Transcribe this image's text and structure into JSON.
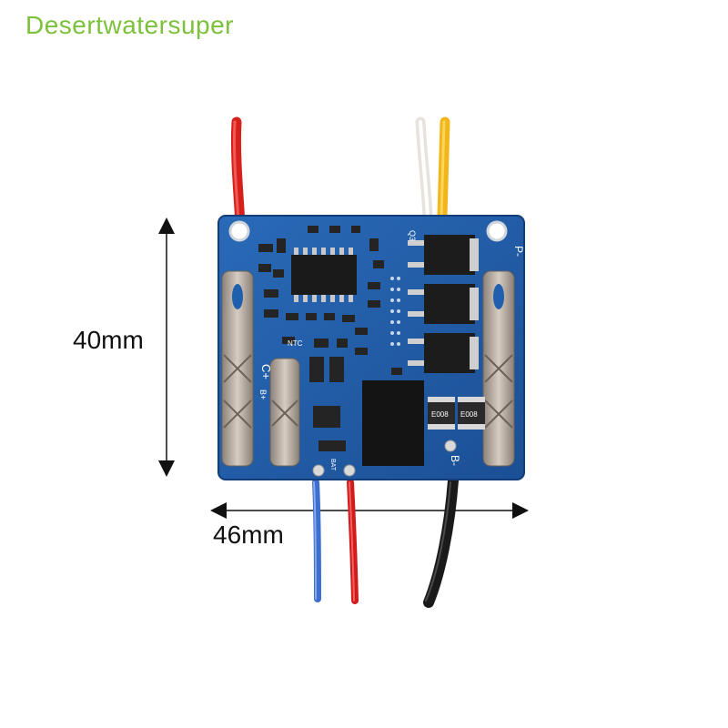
{
  "brand": {
    "name": "Desertwatersuper",
    "color": "#7dc13a"
  },
  "dimensions": {
    "height_label": "40mm",
    "width_label": "46mm"
  },
  "product": {
    "pcb_color": "#1f5fae",
    "silkscreen": {
      "p_minus": "P-",
      "c_plus": "C+",
      "b_minus": "B-",
      "b_plus": "B+",
      "q3": "Q3",
      "ntc": "NTC",
      "bat": "BAT",
      "e008_left": "E008",
      "e008_right": "E008"
    },
    "wires": {
      "top": [
        "red",
        "white",
        "yellow"
      ],
      "bottom": [
        "blue",
        "red",
        "black"
      ]
    }
  }
}
